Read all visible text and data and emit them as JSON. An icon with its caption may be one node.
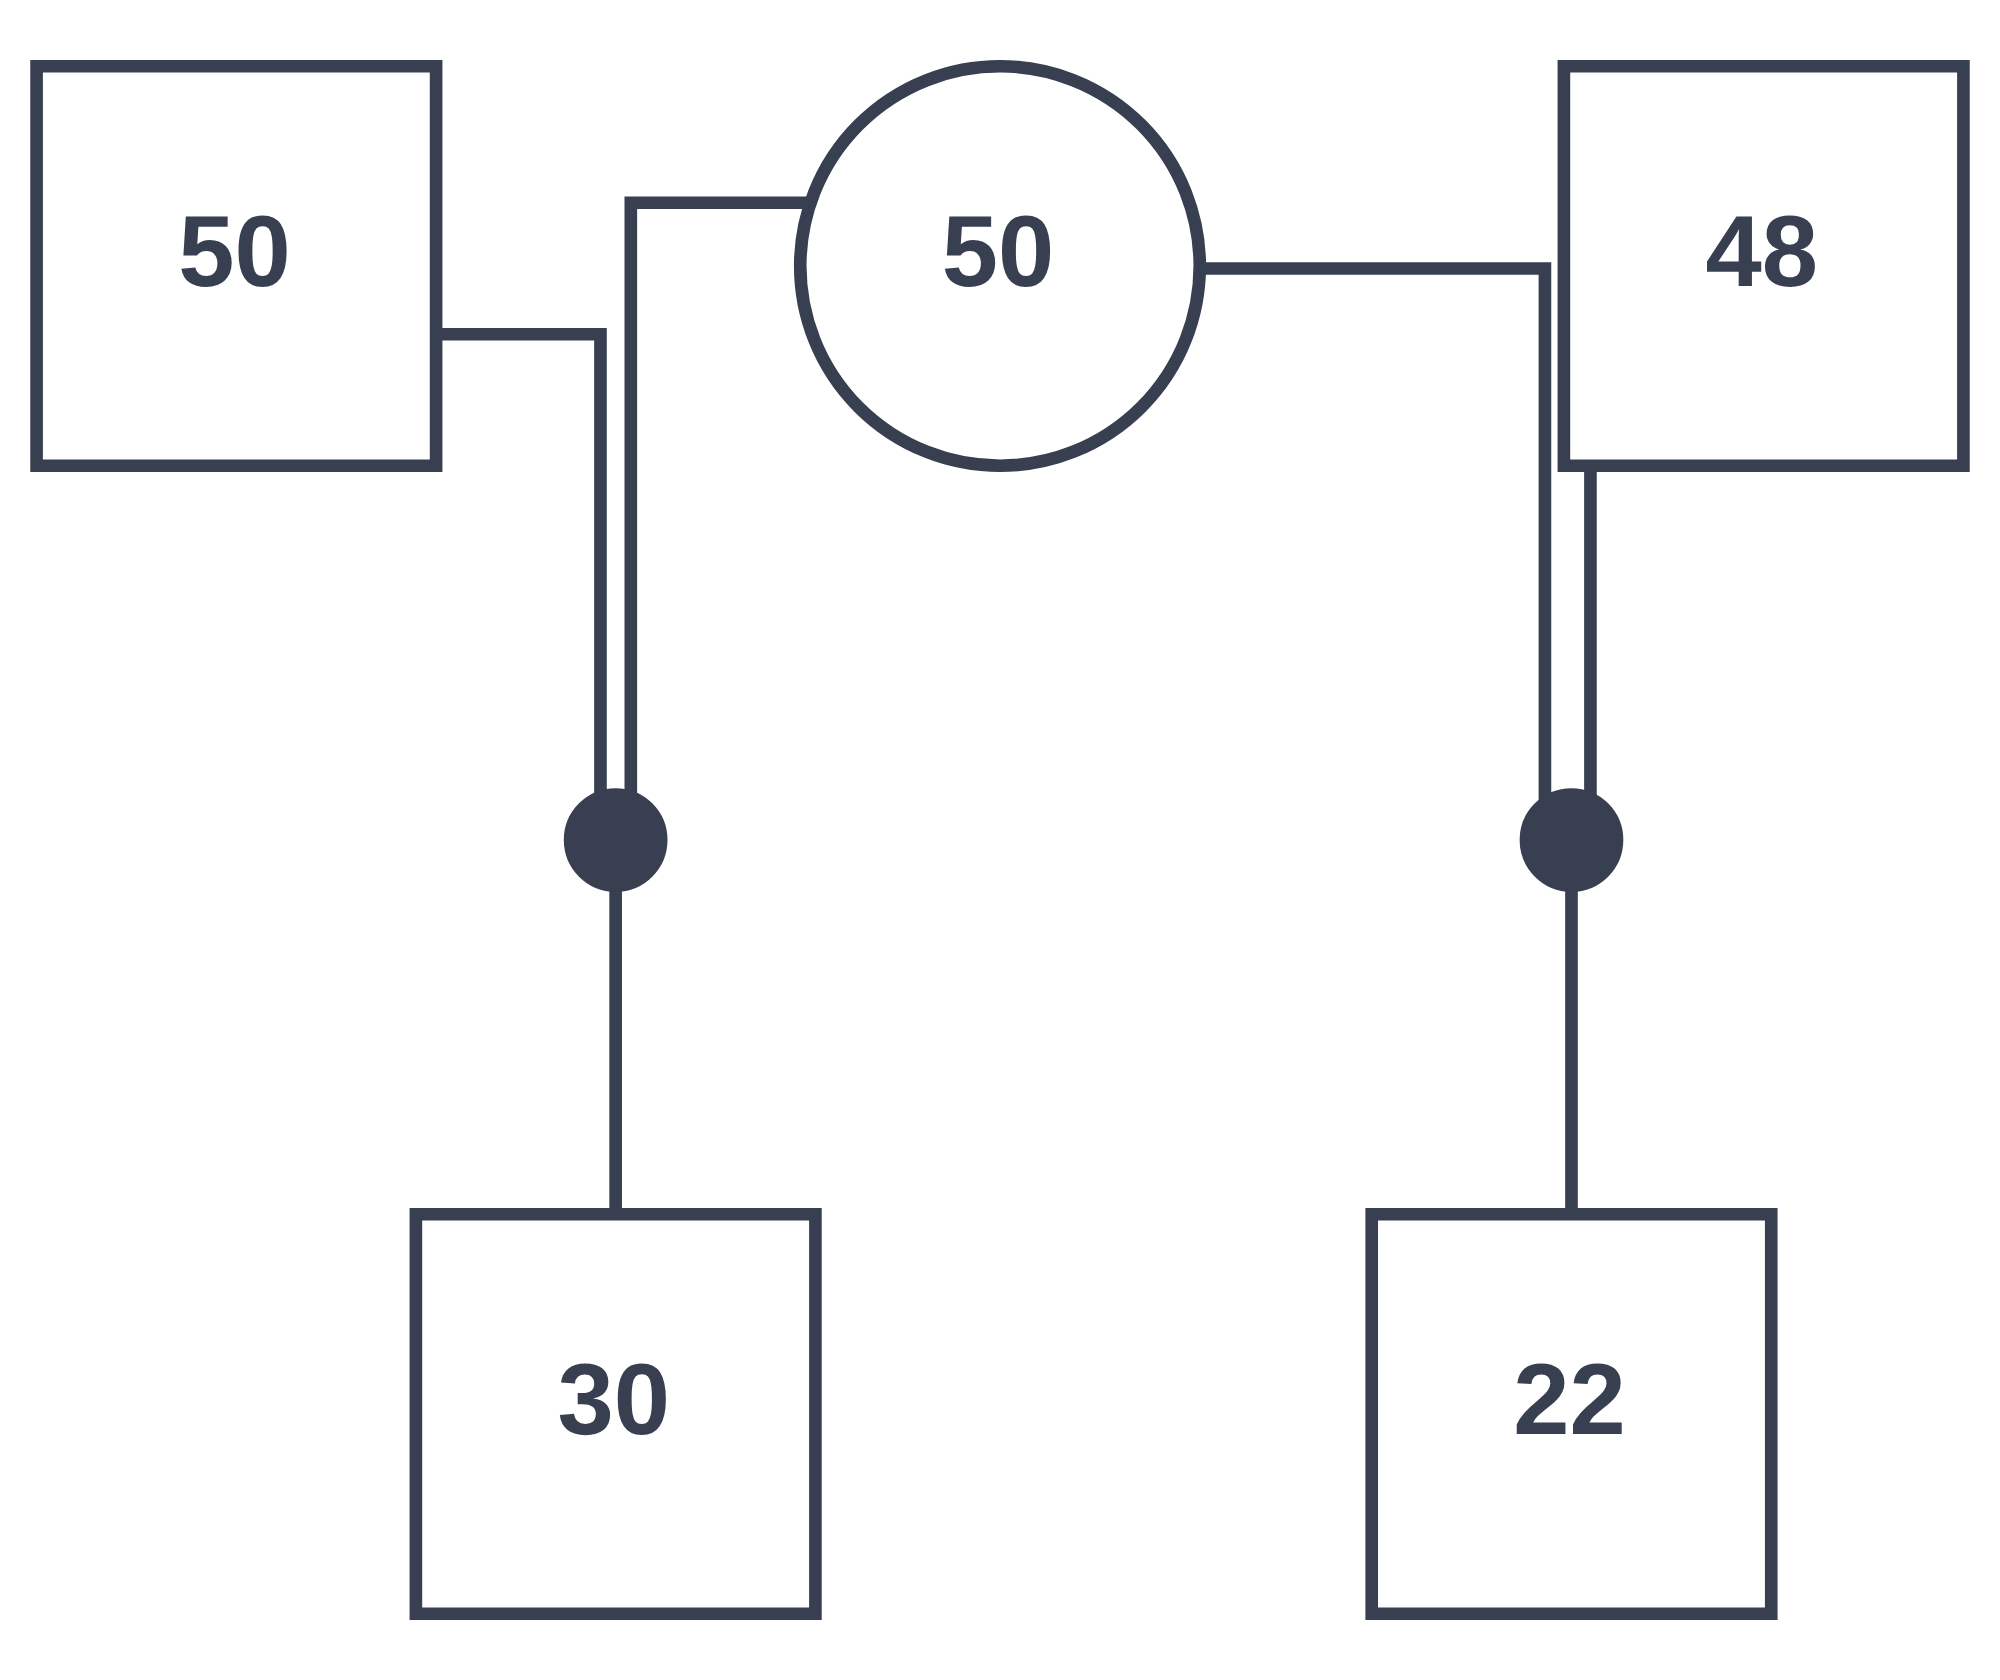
{
  "diagram": {
    "nodes": [
      {
        "text": [
          "50"
        ]
      },
      {
        "text": [
          "50"
        ]
      },
      {
        "text": [
          "48"
        ]
      },
      {
        "text": [],
        "shape": "circle"
      },
      {
        "text": [],
        "shape": "circle"
      },
      {
        "text": [
          "30"
        ]
      },
      {
        "text": [
          "22"
        ]
      }
    ],
    "edges": [
      {
        "from": 0,
        "to": 3,
        "arrow": "none"
      },
      {
        "from": 1,
        "to": 3,
        "arrow": "none"
      },
      {
        "from": 1,
        "to": 4,
        "arrow": "none"
      },
      {
        "from": 2,
        "to": 4,
        "arrow": "none"
      },
      {
        "from": 3,
        "to": 5,
        "arrow": "none"
      },
      {
        "from": 4,
        "to": 6,
        "arrow": "none"
      }
    ]
  }
}
